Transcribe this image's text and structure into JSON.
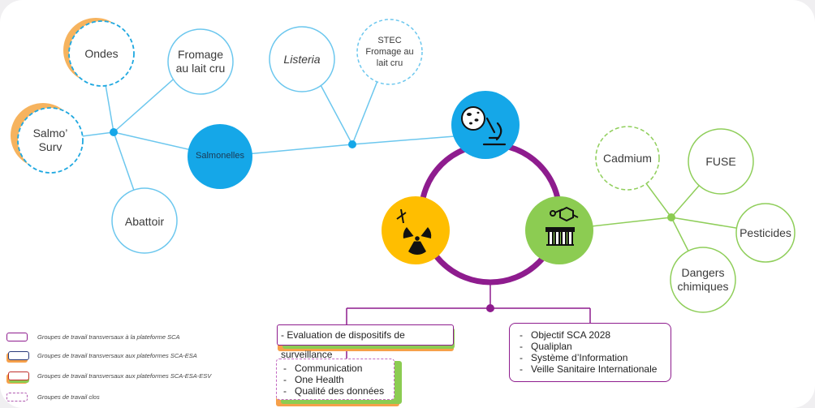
{
  "colors": {
    "purple": "#8e1c8e",
    "blue": "#15a7e8",
    "light_blue_line": "#6cc7ee",
    "green": "#8ccc52",
    "light_green_line": "#8fce5a",
    "yellow": "#ffbe00",
    "orange": "#f6a04a",
    "red": "#d7403a"
  },
  "nodes": {
    "ondes": "Ondes",
    "fromage_lait_cru": "Fromage au lait cru",
    "salmo_surv": "Salmo’ Surv",
    "salmonelles": "Salmonelles",
    "abattoir": "Abattoir",
    "listeria": "Listeria",
    "stec": "STEC Fromage au lait cru",
    "cadmium": "Cadmium",
    "fuse": "FUSE",
    "pesticides": "Pesticides",
    "dangers_chimiques": "Dangers chimiques"
  },
  "hub_icons": {
    "microbiology": "microscope-icon",
    "chemistry": "test-tubes-icon",
    "radiology": "radiation-icon"
  },
  "boxes": {
    "evaluation": "- Evaluation de dispositifs de surveillance",
    "closed_items": [
      "Communication",
      "One Health",
      "Qualité des données"
    ],
    "sca_items": [
      "Objectif SCA 2028",
      "Qualiplan",
      "Système d’Information",
      "Veille Sanitaire Internationale"
    ]
  },
  "legend": [
    "Groupes de travail transversaux à la plateforme SCA",
    "Groupes de travail transversaux aux plateformes SCA-ESA",
    "Groupes de travail transversaux aux plateformes SCA-ESA-ESV",
    "Groupes de travail clos"
  ]
}
